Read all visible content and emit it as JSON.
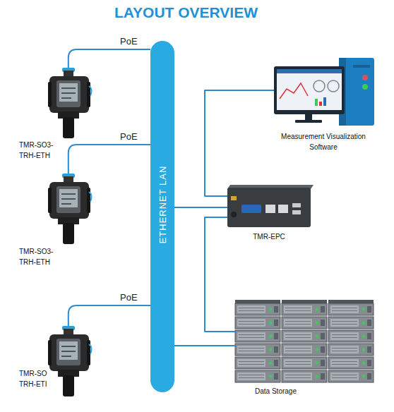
{
  "diagram": {
    "title": "LAYOUT OVERVIEW",
    "nodes": [
      {
        "text": [
          "TMR-SO3- TRH-ETH"
        ]
      },
      {
        "text": [
          "TMR-SO3- TRH-ETH"
        ]
      },
      {
        "text": [
          "TMR-SO TRH-ETI"
        ]
      },
      {
        "text": [
          "ETHERNET LAN"
        ]
      },
      {
        "text": [
          "Measurement Visualization Software"
        ]
      },
      {
        "text": [
          "TMR-EPC"
        ]
      },
      {
        "text": [
          "Data Storage"
        ]
      }
    ],
    "edges": [
      {
        "from": 0,
        "to": 3,
        "label": "PoE",
        "arrow": "none"
      },
      {
        "from": 1,
        "to": 3,
        "label": "PoE",
        "arrow": "none"
      },
      {
        "from": 2,
        "to": 3,
        "label": "PoE",
        "arrow": "none"
      },
      {
        "from": 3,
        "to": 5,
        "arrow": "none"
      },
      {
        "from": 3,
        "to": 6,
        "arrow": "none"
      },
      {
        "from": 5,
        "to": 4,
        "arrow": "none"
      },
      {
        "from": 5,
        "to": 6,
        "arrow": "none"
      }
    ]
  }
}
